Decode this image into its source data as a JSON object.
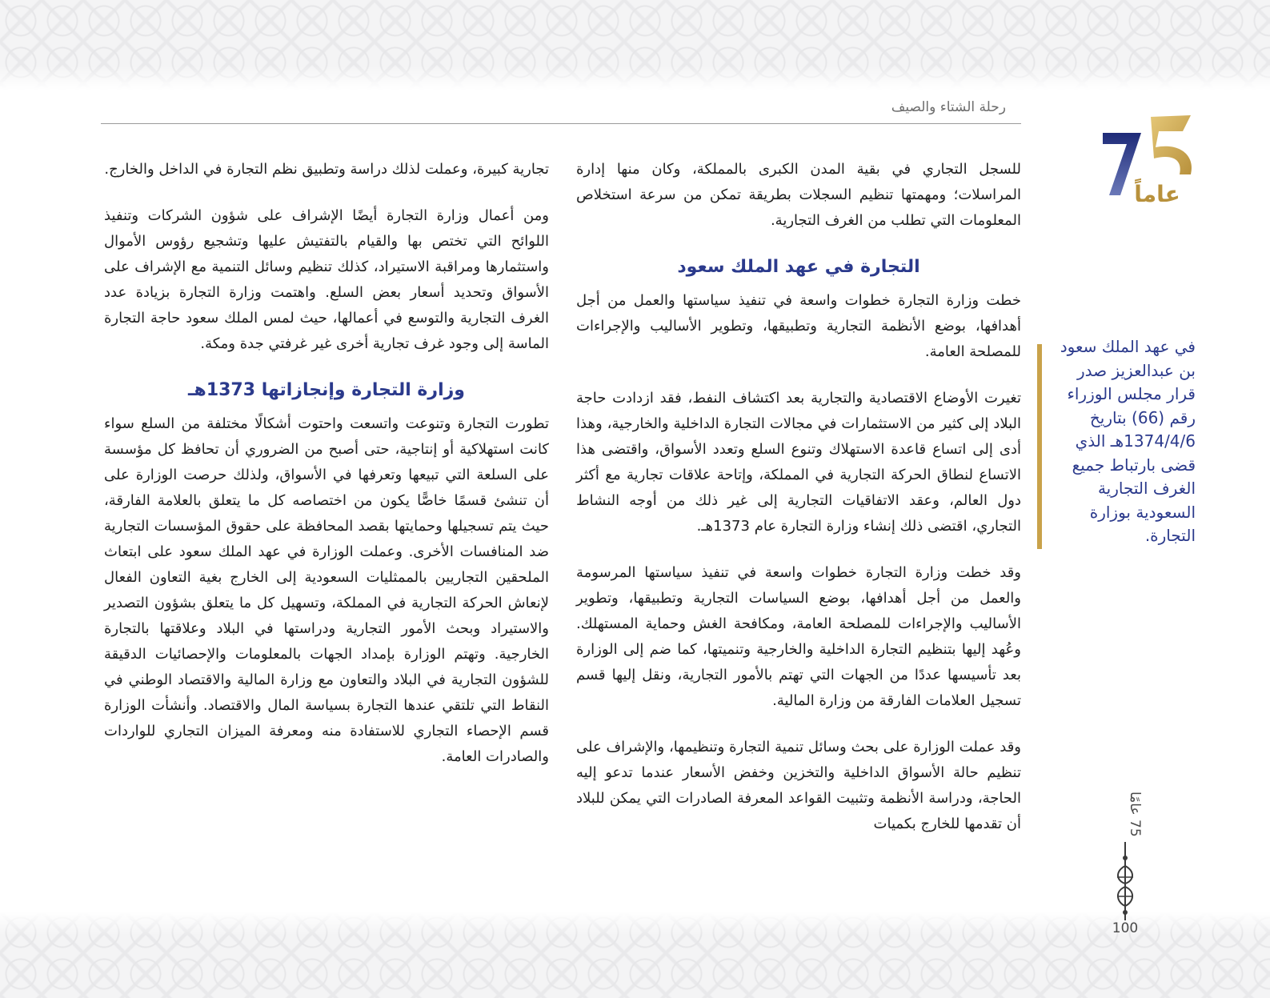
{
  "header": {
    "caption": "رحلة الشتاء والصيف"
  },
  "logo": {
    "number": "75",
    "word": "عاماً",
    "colors": {
      "gold": "#c9a24a",
      "navy": "#2b3a8c"
    }
  },
  "sidenote": {
    "text": "في عهد الملك سعود بن عبدالعزيز صدر قرار مجلس الوزراء رقم (66) بتاريخ 1374/4/6هـ الذي قضى بارتباط جميع الغرف التجارية السعودية بوزارة التجارة."
  },
  "right_column": {
    "p1": "للسجل التجاري في بقية المدن الكبرى بالمملكة، وكان منها إدارة المراسلات؛ ومهمتها تنظيم السجلات بطريقة تمكن من سرعة استخلاص المعلومات التي تطلب من الغرف التجارية.",
    "heading": "التجارة في عهد الملك سعود",
    "p2": "خطت وزارة التجارة خطوات واسعة في تنفيذ سياستها والعمل من أجل أهدافها، بوضع الأنظمة التجارية وتطبيقها، وتطوير الأساليب والإجراءات للمصلحة العامة.",
    "p3": "تغيرت الأوضاع الاقتصادية والتجارية بعد اكتشاف النفط، فقد ازدادت حاجة البلاد إلى كثير من الاستثمارات في مجالات التجارة الداخلية والخارجية، وهذا أدى إلى اتساع قاعدة الاستهلاك وتنوع السلع وتعدد الأسواق، واقتضى هذا الاتساع لنطاق الحركة التجارية في المملكة، وإتاحة علاقات تجارية مع أكثر دول العالم، وعقد الاتفاقيات التجارية إلى غير ذلك من أوجه النشاط التجاري، اقتضى ذلك إنشاء وزارة التجارة عام 1373هـ.",
    "p4": "وقد خطت وزارة التجارة خطوات واسعة في تنفيذ سياستها المرسومة والعمل من أجل أهدافها، بوضع السياسات التجارية وتطبيقها، وتطوير الأساليب والإجراءات للمصلحة العامة، ومكافحة الغش وحماية المستهلك. وعُهد إليها بتنظيم التجارة الداخلية والخارجية وتنميتها، كما ضم إلى الوزارة بعد تأسيسها عددًا من الجهات التي تهتم بالأمور التجارية، ونقل إليها قسم تسجيل العلامات الفارقة من وزارة المالية.",
    "p5": "وقد عملت الوزارة على بحث وسائل تنمية التجارة وتنظيمها، والإشراف على تنظيم حالة الأسواق الداخلية والتخزين وخفض الأسعار عندما تدعو إليه الحاجة، ودراسة الأنظمة وتثبيت القواعد المعرفة الصادرات التي يمكن للبلاد أن تقدمها للخارج بكميات"
  },
  "left_column": {
    "p1": "تجارية كبيرة، وعملت لذلك دراسة وتطبيق نظم التجارة في الداخل والخارج.",
    "p2": "ومن أعمال وزارة التجارة أيضًا الإشراف على شؤون الشركات وتنفيذ اللوائح التي تختص بها والقيام بالتفتيش عليها وتشجيع رؤوس الأموال واستثمارها ومراقبة الاستيراد، كذلك تنظيم وسائل التنمية مع الإشراف على الأسواق وتحديد أسعار بعض السلع. واهتمت وزارة التجارة بزيادة عدد الغرف التجارية والتوسع في أعمالها، حيث لمس الملك سعود حاجة التجارة الماسة إلى وجود غرف تجارية أخرى غير غرفتي جدة ومكة.",
    "heading": "وزارة التجارة وإنجازاتها 1373هـ",
    "p3": "تطورت التجارة وتنوعت واتسعت واحتوت أشكالًا مختلفة من السلع سواء كانت استهلاكية أو إنتاجية، حتى أصبح من الضروري أن تحافظ كل مؤسسة على السلعة التي تبيعها وتعرفها في الأسواق، ولذلك حرصت الوزارة على أن تنشئ قسمًا خاصًّا يكون من اختصاصه كل ما يتعلق بالعلامة الفارقة، حيث يتم تسجيلها وحمايتها بقصد المحافظة على حقوق المؤسسات التجارية ضد المنافسات الأخرى. وعملت الوزارة في عهد الملك سعود على ابتعاث الملحقين التجاريين بالممثليات السعودية إلى الخارج بغية التعاون الفعال لإنعاش الحركة التجارية في المملكة، وتسهيل كل ما يتعلق بشؤون التصدير والاستيراد وبحث الأمور التجارية ودراستها في البلاد وعلاقتها بالتجارة الخارجية. وتهتم الوزارة بإمداد الجهات بالمعلومات والإحصائيات الدقيقة للشؤون التجارية في البلاد والتعاون مع وزارة المالية والاقتصاد الوطني في النقاط التي تلتقي عندها التجارة بسياسة المال والاقتصاد. وأنشأت الوزارة قسم الإحصاء التجاري للاستفادة منه ومعرفة الميزان التجاري للواردات والصادرات العامة."
  },
  "footer": {
    "vertical_label": "75 عامًا",
    "page_number": "100"
  }
}
